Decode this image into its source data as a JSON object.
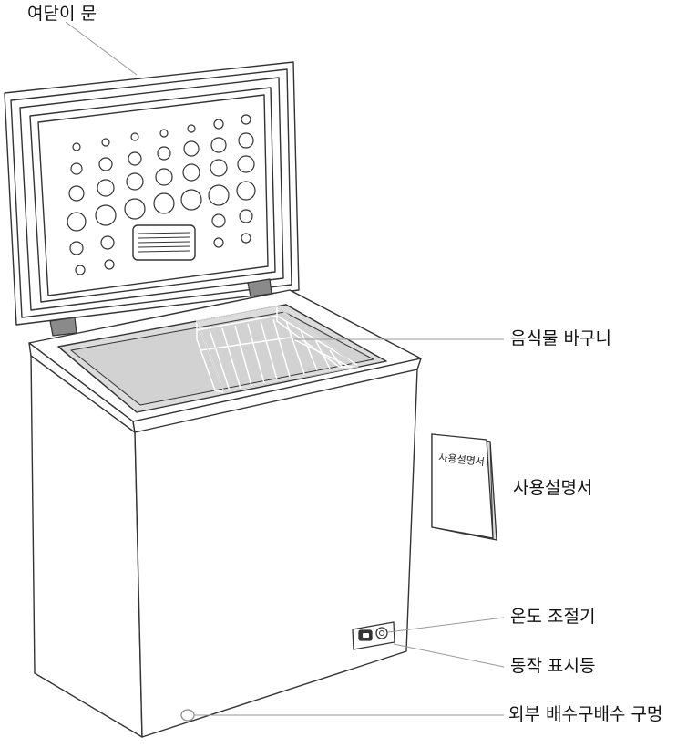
{
  "callouts": {
    "lid": "여닫이 문",
    "basket": "음식물 바구니",
    "manual": "사용설명서",
    "thermostat": "온도 조절기",
    "indicator": "동작 표시등",
    "drain": "외부 배수구배수 구멍"
  },
  "manual_cover_text": "사용설명서",
  "colors": {
    "line": "#333333",
    "leader": "#999999",
    "interior": "#dcdcdc",
    "hinge": "#888888"
  }
}
